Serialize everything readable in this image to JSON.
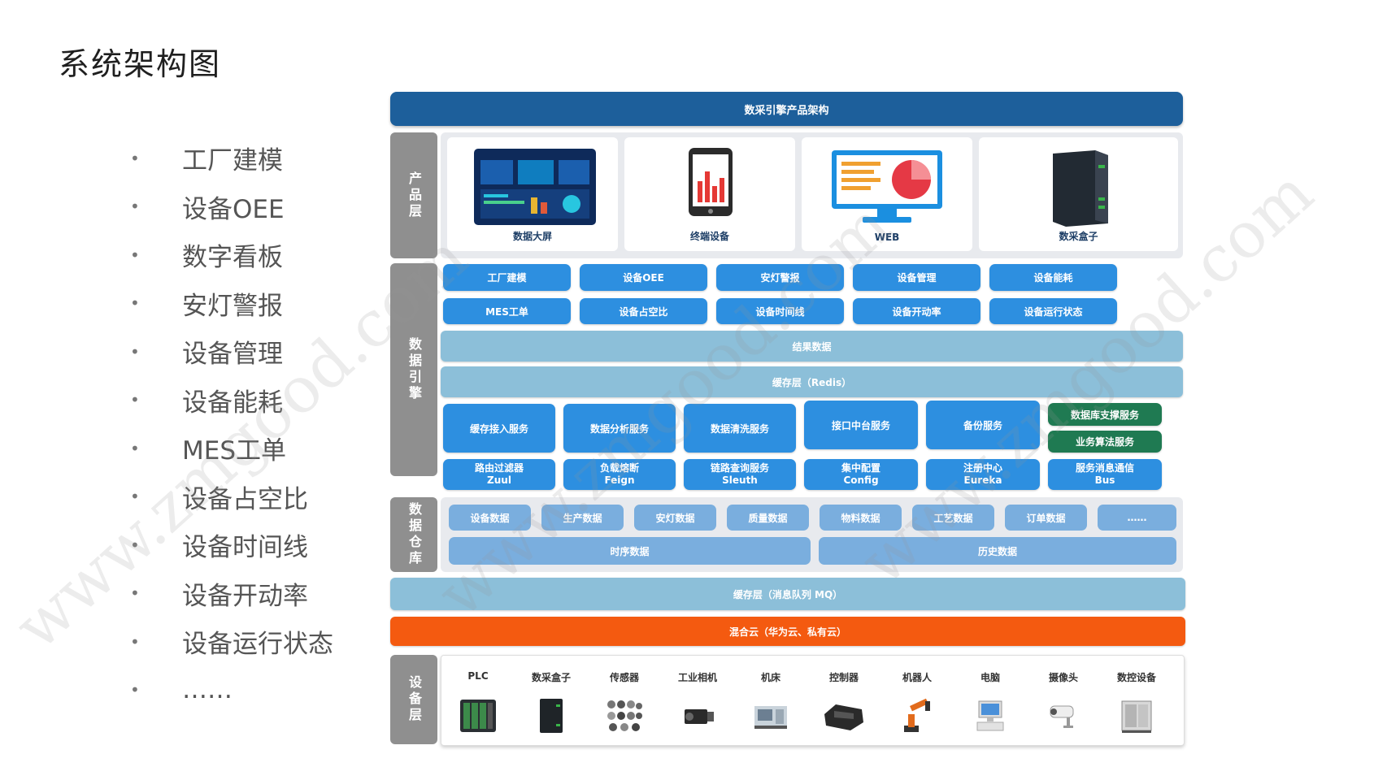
{
  "page_title": "系统架构图",
  "features": [
    "工厂建模",
    "设备OEE",
    "数字看板",
    "安灯警报",
    "设备管理",
    "设备能耗",
    "MES工单",
    "设备占空比",
    "设备时间线",
    "设备开动率",
    "设备运行状态",
    "……"
  ],
  "diagram": {
    "banner": "数采引擎产品架构",
    "layers": {
      "product": "产品层",
      "engine": "数据引擎",
      "warehouse": "数据仓库",
      "device": "设备层"
    },
    "products": [
      "数据大屏",
      "终端设备",
      "WEB",
      "数采盒子"
    ],
    "function_row1": [
      "工厂建模",
      "设备OEE",
      "安灯警报",
      "设备管理",
      "设备能耗"
    ],
    "function_row2": [
      "MES工单",
      "设备占空比",
      "设备时间线",
      "设备开动率",
      "设备运行状态"
    ],
    "result_bar": "结果数据",
    "cache_bar": "缓存层（Redis）",
    "services_row1": [
      "缓存接入服务",
      "数据分析服务",
      "数据清洗服务",
      "接口中台服务",
      "备份服务"
    ],
    "services_green": [
      "数据库支撑服务",
      "业务算法服务"
    ],
    "services_row2": [
      {
        "name": "路由过滤器",
        "sub": "Zuul"
      },
      {
        "name": "负载熔断",
        "sub": "Feign"
      },
      {
        "name": "链路查询服务",
        "sub": "Sleuth"
      },
      {
        "name": "集中配置",
        "sub": "Config"
      },
      {
        "name": "注册中心",
        "sub": "Eureka"
      },
      {
        "name": "服务消息通信",
        "sub": "Bus"
      }
    ],
    "warehouse_items": [
      "设备数据",
      "生产数据",
      "安灯数据",
      "质量数据",
      "物料数据",
      "工艺数据",
      "订单数据",
      "……"
    ],
    "warehouse_bottom": [
      "时序数据",
      "历史数据"
    ],
    "mq_bar": "缓存层（消息队列 MQ）",
    "cloud_bar": "混合云（华为云、私有云）",
    "devices": [
      "PLC",
      "数采盒子",
      "传感器",
      "工业相机",
      "机床",
      "控制器",
      "机器人",
      "电脑",
      "摄像头",
      "数控设备"
    ]
  },
  "watermark": "www.zmgood.com",
  "colors": {
    "banner": "#1d5f9b",
    "button": "#2d8fe0",
    "green": "#1f7a52",
    "bar": "#8cbfd9",
    "orange": "#f45a10",
    "pill": "#7aaede",
    "label": "#8f8f8f"
  }
}
